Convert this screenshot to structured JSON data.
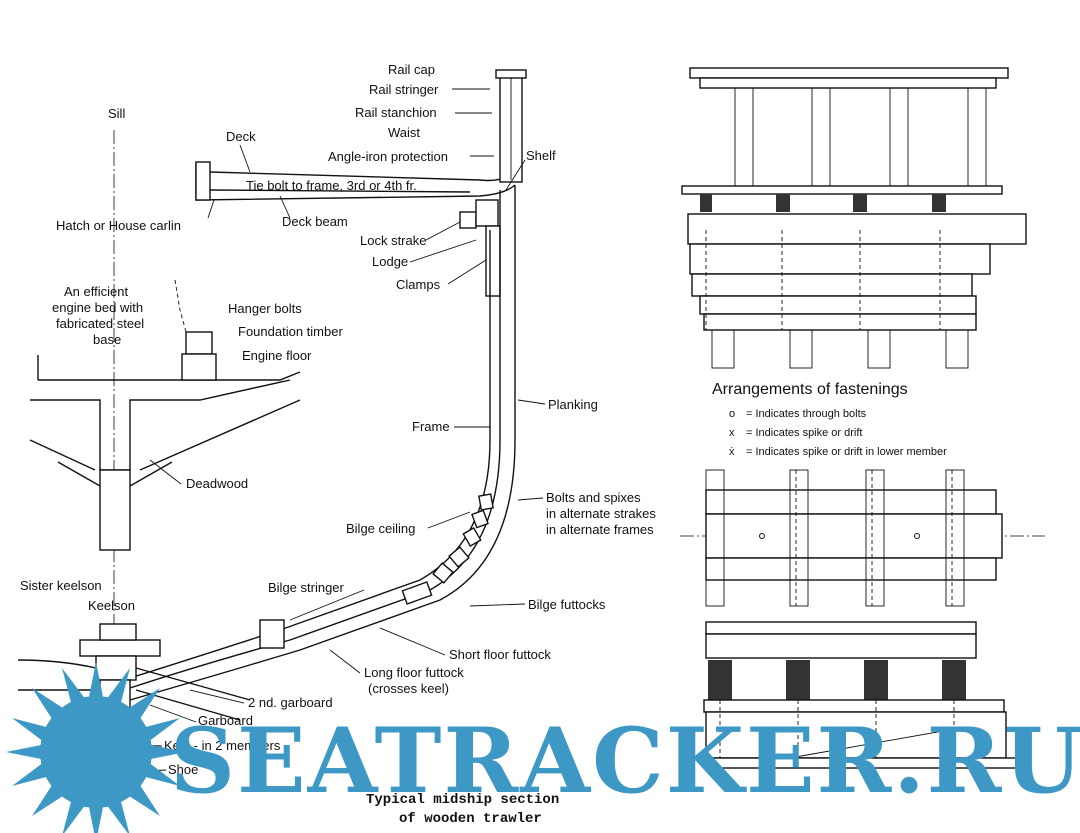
{
  "section": {
    "labels": {
      "rail_cap": "Rail cap",
      "rail_stringer": "Rail stringer",
      "rail_stanchion": "Rail stanchion",
      "waist": "Waist",
      "angle_iron": "Angle-iron protection",
      "shelf": "Shelf",
      "sill": "Sill",
      "deck": "Deck",
      "tie_bolt": "Tie bolt to frame, 3rd or 4th fr.",
      "hatch_carlin": "Hatch or House carlin",
      "deck_beam": "Deck beam",
      "lock_strake": "Lock strake",
      "lodge": "Lodge",
      "clamps": "Clamps",
      "engine_bed_1": "An efficient",
      "engine_bed_2": "engine bed with",
      "engine_bed_3": "fabricated steel",
      "engine_bed_4": "base",
      "hanger_bolts": "Hanger bolts",
      "foundation_timber": "Foundation timber",
      "engine_floor": "Engine floor",
      "planking": "Planking",
      "frame": "Frame",
      "deadwood": "Deadwood",
      "bolts_1": "Bolts and spixes",
      "bolts_2": "in alternate strakes",
      "bolts_3": "in alternate frames",
      "bilge_ceiling": "Bilge ceiling",
      "sister_keelson": "Sister keelson",
      "keelson": "Keelson",
      "bilge_stringer": "Bilge stringer",
      "bilge_futtocks": "Bilge futtocks",
      "short_floor": "Short floor futtock",
      "long_floor_1": "Long floor futtock",
      "long_floor_2": "(crosses keel)",
      "garboard_2nd": "2 nd. garboard",
      "garboard": "Garboard",
      "keel": "Keel - in 2 members",
      "shoe": "Shoe"
    }
  },
  "fastenings": {
    "title": "Arrangements of fastenings",
    "legend": [
      {
        "symbol": "o",
        "text": "= Indicates through bolts"
      },
      {
        "symbol": "x",
        "text": "= Indicates spike or drift"
      },
      {
        "symbol": "ẋ",
        "text": "= Indicates spike or drift in lower member"
      }
    ]
  },
  "caption": {
    "line1": "Typical midship section",
    "line2": "of wooden trawler"
  },
  "watermark": {
    "text": "SEATRACKER.RU",
    "color": "#3d98c6"
  }
}
